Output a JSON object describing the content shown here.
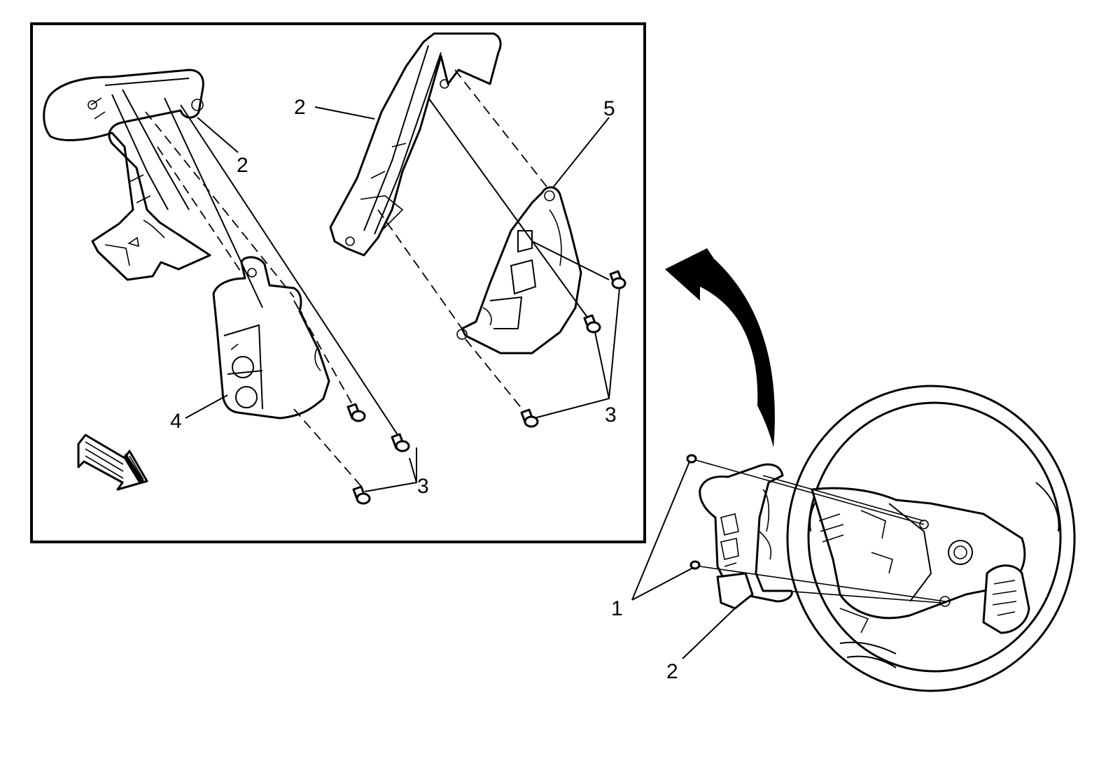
{
  "callouts": {
    "c1": "1",
    "c2_wheel": "2",
    "c2_left": "2",
    "c2_right": "2",
    "c3_left": "3",
    "c3_right": "3",
    "c4": "4",
    "c5": "5"
  },
  "icons": {
    "view_arrow": "large-curved-arrow-icon",
    "direction_arrow": "front-direction-arrow-icon"
  }
}
